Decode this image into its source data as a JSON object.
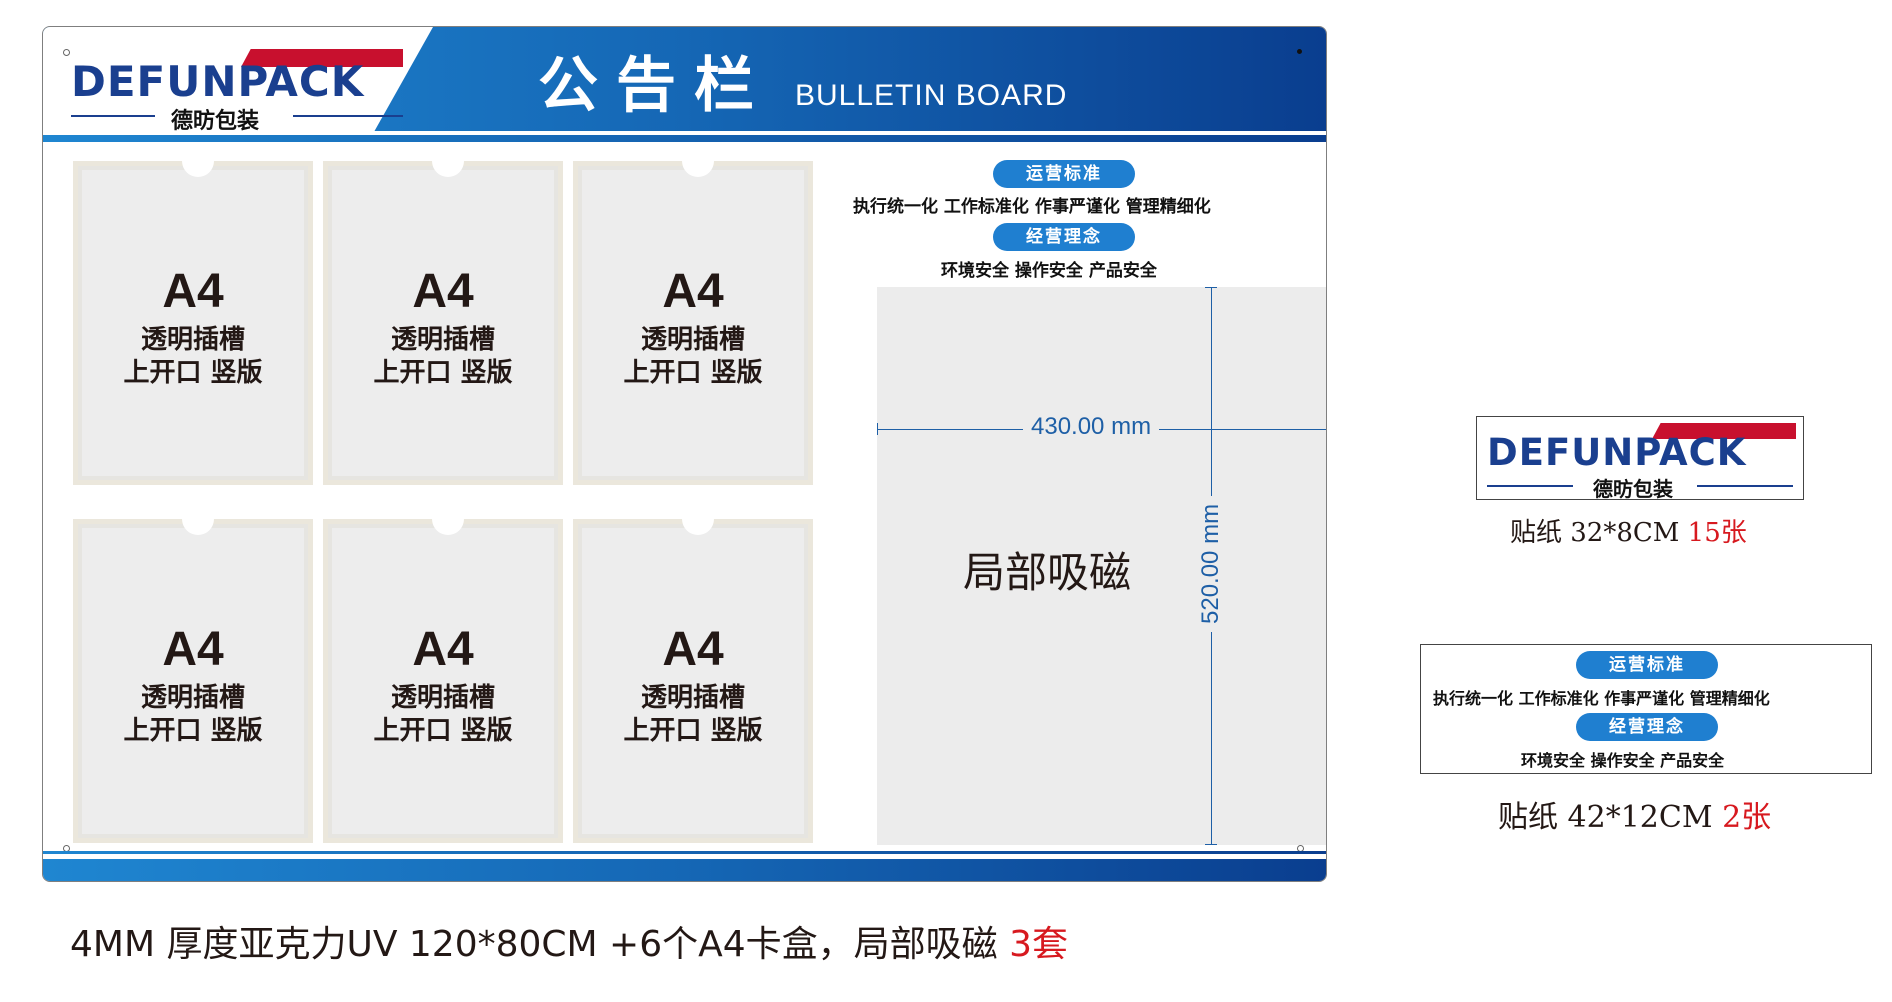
{
  "board": {
    "logo": {
      "brand": "DEFUNPACK",
      "brand_cn": "德昉包装"
    },
    "title_cn": "公告栏",
    "title_en": "BULLETIN BOARD",
    "slots": [
      {
        "size": "A4",
        "line1": "透明插槽",
        "line2": "上开口 竖版"
      },
      {
        "size": "A4",
        "line1": "透明插槽",
        "line2": "上开口 竖版"
      },
      {
        "size": "A4",
        "line1": "透明插槽",
        "line2": "上开口 竖版"
      },
      {
        "size": "A4",
        "line1": "透明插槽",
        "line2": "上开口 竖版"
      },
      {
        "size": "A4",
        "line1": "透明插槽",
        "line2": "上开口 竖版"
      },
      {
        "size": "A4",
        "line1": "透明插槽",
        "line2": "上开口 竖版"
      }
    ],
    "values": {
      "pill1": "运营标准",
      "line1": "执行统一化  工作标准化  作事严谨化  管理精细化",
      "pill2": "经营理念",
      "line2": "环境安全  操作安全  产品安全"
    },
    "magnet_area": {
      "label": "局部吸磁",
      "width_dim": "430.00 mm",
      "height_dim": "520.00 mm"
    }
  },
  "caption": {
    "text": "4MM 厚度亚克力UV 120*80CM +6个A4卡盒，局部吸磁 ",
    "qty": "3套"
  },
  "sticker_logo": {
    "brand": "DEFUNPACK",
    "brand_cn": "德昉包装",
    "caption": "贴纸 32*8CM ",
    "qty": "15张"
  },
  "sticker_values": {
    "pill1": "运营标准",
    "line1": "执行统一化  工作标准化  作事严谨化  管理精细化",
    "pill2": "经营理念",
    "line2": "环境安全  操作安全  产品安全",
    "caption": "贴纸 42*12CM ",
    "qty": "2张"
  },
  "colors": {
    "brand_blue": "#1a3f8f",
    "band_blue_light": "#1f86d1",
    "band_blue_dark": "#0a3e8f",
    "brand_red": "#c8102e",
    "qty_red": "#d7191f",
    "dimension_blue": "#1e5fa6"
  }
}
